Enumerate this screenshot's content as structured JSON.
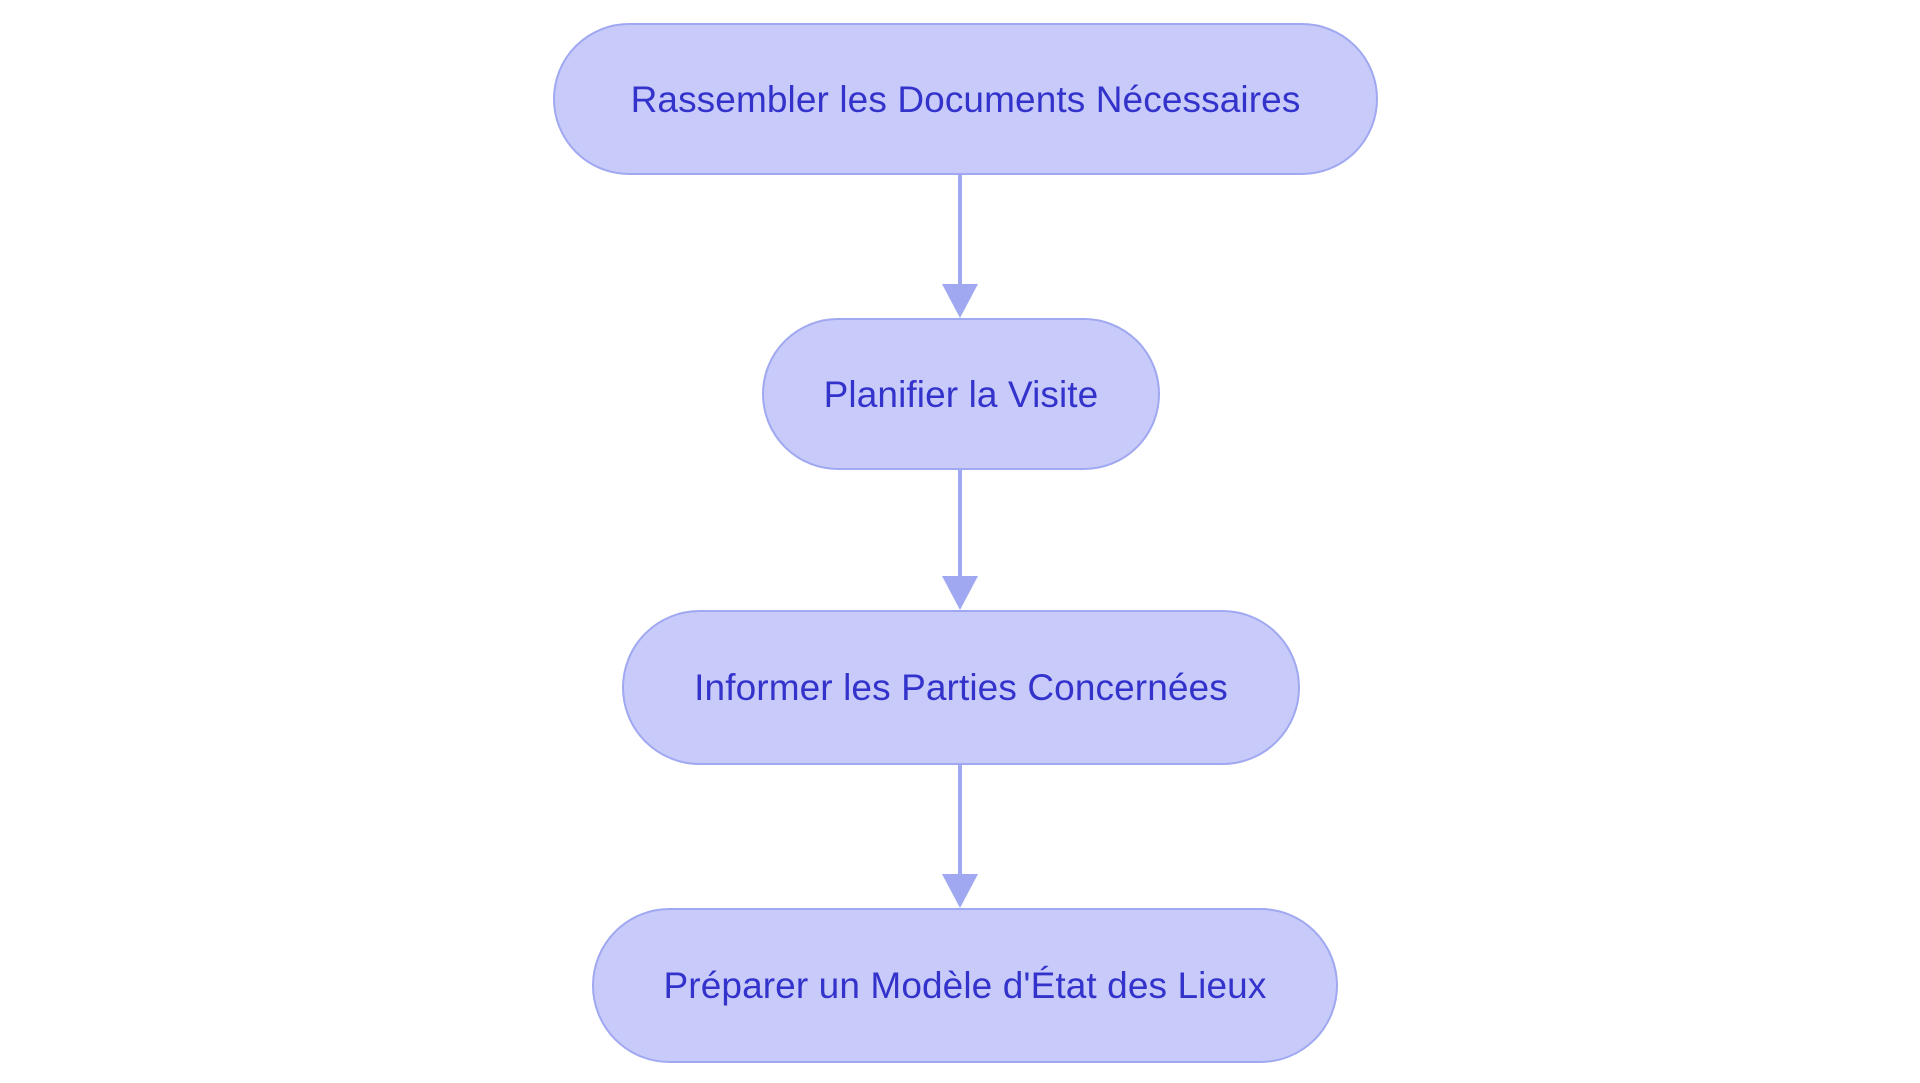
{
  "diagram": {
    "type": "flowchart",
    "orientation": "top-to-bottom",
    "title": "",
    "colors": {
      "node_fill": "#c8cbfa",
      "node_border": "#9fa8f0",
      "node_text": "#3333cc",
      "connector": "#9fa8f0",
      "background": "#ffffff"
    },
    "nodes": [
      {
        "id": "node-1",
        "label": "Rassembler les Documents Nécessaires",
        "shape": "pill",
        "order": 1
      },
      {
        "id": "node-2",
        "label": "Planifier la Visite",
        "shape": "pill",
        "order": 2
      },
      {
        "id": "node-3",
        "label": "Informer les Parties Concernées",
        "shape": "pill",
        "order": 3
      },
      {
        "id": "node-4",
        "label": "Préparer un Modèle d'État des Lieux",
        "shape": "pill",
        "order": 4
      }
    ],
    "edges": [
      {
        "id": "edge-1-2",
        "from": "node-1",
        "to": "node-2",
        "label": "",
        "arrow": "down"
      },
      {
        "id": "edge-2-3",
        "from": "node-2",
        "to": "node-3",
        "label": "",
        "arrow": "down"
      },
      {
        "id": "edge-3-4",
        "from": "node-3",
        "to": "node-4",
        "label": "",
        "arrow": "down"
      }
    ]
  }
}
